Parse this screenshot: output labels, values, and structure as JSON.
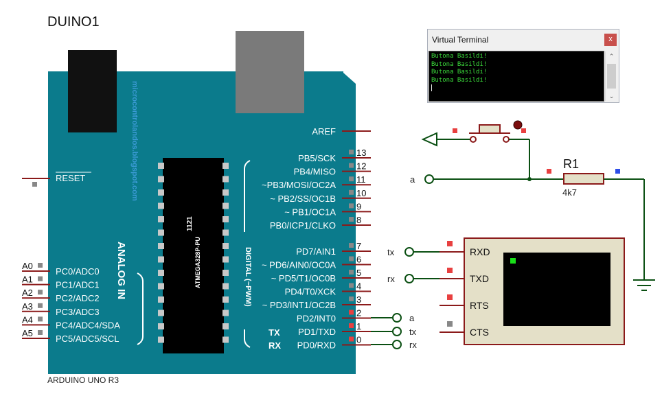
{
  "board": {
    "title": "DUINO1",
    "caption": "ARDUINO UNO R3",
    "watermark": "microcontrolandos.blogspot.com",
    "chip_line1": "1121",
    "chip_line2": "ATMEGA328P-PU",
    "analog_label": "ANALOG IN",
    "digital_label": "DIGITAL (~PWM)",
    "reset_label": "RESET",
    "tx_mark": "TX",
    "rx_mark": "RX",
    "left_pins": [
      {
        "num": "A0",
        "name": "PC0/ADC0"
      },
      {
        "num": "A1",
        "name": "PC1/ADC1"
      },
      {
        "num": "A2",
        "name": "PC2/ADC2"
      },
      {
        "num": "A3",
        "name": "PC3/ADC3"
      },
      {
        "num": "A4",
        "name": "PC4/ADC4/SDA"
      },
      {
        "num": "A5",
        "name": "PC5/ADC5/SCL"
      }
    ],
    "aref_label": "AREF",
    "right_pins_top": [
      {
        "num": "13",
        "name": "PB5/SCK"
      },
      {
        "num": "12",
        "name": "PB4/MISO"
      },
      {
        "num": "11",
        "name": "~PB3/MOSI/OC2A"
      },
      {
        "num": "10",
        "name": "~ PB2/SS/OC1B"
      },
      {
        "num": "9",
        "name": "~ PB1/OC1A"
      },
      {
        "num": "8",
        "name": "PB0/ICP1/CLKO"
      }
    ],
    "right_pins_bottom": [
      {
        "num": "7",
        "name": "PD7/AIN1"
      },
      {
        "num": "6",
        "name": "~ PD6/AIN0/OC0A"
      },
      {
        "num": "5",
        "name": "~ PD5/T1/OC0B"
      },
      {
        "num": "4",
        "name": "PD4/T0/XCK"
      },
      {
        "num": "3",
        "name": "~ PD3/INT1/OC2B"
      },
      {
        "num": "2",
        "name": "PD2/INT0"
      },
      {
        "num": "1",
        "name": "PD1/TXD"
      },
      {
        "num": "0",
        "name": "PD0/RXD"
      }
    ]
  },
  "nets": {
    "pin2": "a",
    "pin1": "tx",
    "pin0": "rx",
    "vt_rxd": "tx",
    "vt_txd": "rx",
    "resistor_in": "a"
  },
  "resistor": {
    "name": "R1",
    "value": "4k7"
  },
  "terminal_pins": [
    "RXD",
    "TXD",
    "RTS",
    "CTS"
  ],
  "virtual_terminal": {
    "title": "Virtual Terminal",
    "close": "x",
    "lines": [
      "Butona Basildi!",
      "Butona Basildi!",
      "Butona Basildi!",
      "Butona Basildi!"
    ]
  },
  "colors": {
    "board": "#0b7b8c",
    "wire": "#0a4f12",
    "pin": "#8b1a1a",
    "terminal_body": "#e4e0c8",
    "terminal_border": "#8b1a1a",
    "terminal_text": "#3cdc3c"
  }
}
